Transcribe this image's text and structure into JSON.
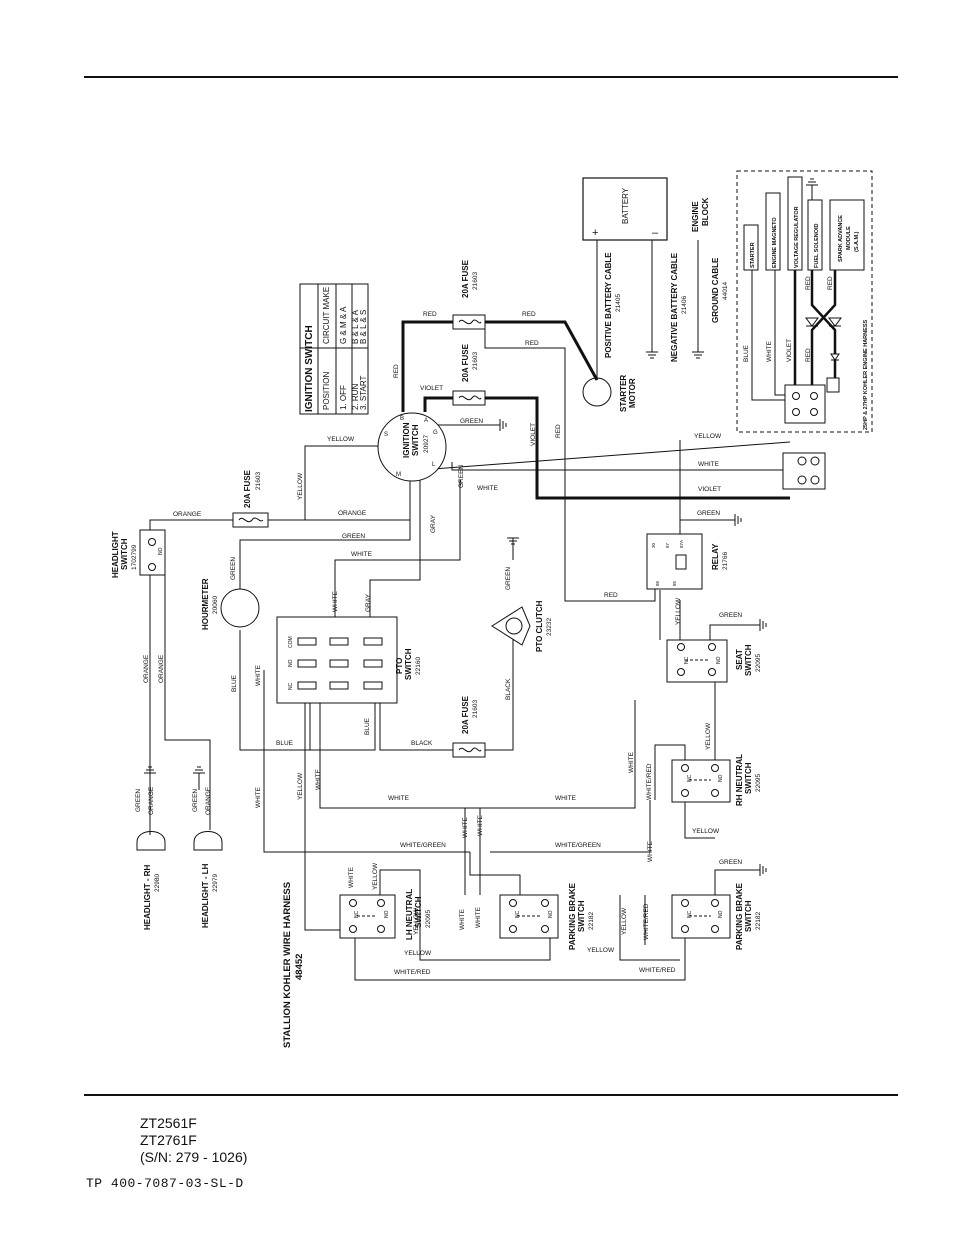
{
  "document": {
    "models": [
      "ZT2561F",
      "ZT2761F",
      "(S/N: 279 - 1026)"
    ],
    "doc_number": "TP 400-7087-03-SL-D"
  },
  "diagram": {
    "harness_name": "STALLION KOHLER WIRE HARNESS",
    "harness_number": "48452",
    "engine_harness_label": "25HP & 27HP KOHLER ENGINE HARNESS",
    "ignition_table": {
      "title": "IGNITION SWITCH",
      "headers": [
        "POSITION",
        "CIRCUIT MAKE"
      ],
      "rows": [
        [
          "1. OFF",
          "G & M & A"
        ],
        [
          "2. RUN",
          "B & L & A"
        ],
        [
          "3. START",
          "B & L & S"
        ]
      ]
    },
    "components": {
      "battery": {
        "label": "BATTERY",
        "plus": "+",
        "minus": "–"
      },
      "engine_block": {
        "line1": "ENGINE",
        "line2": "BLOCK"
      },
      "positive_cable": {
        "label": "POSITIVE BATTERY CABLE",
        "part": "21405"
      },
      "negative_cable": {
        "label": "NEGATIVE BATTERY CABLE",
        "part": "21406"
      },
      "ground_cable": {
        "label": "GROUND CABLE",
        "part": "44014"
      },
      "starter_motor": {
        "line1": "STARTER",
        "line2": "MOTOR"
      },
      "fuse_top": {
        "label": "20A FUSE",
        "part": "21603"
      },
      "fuse_mid": {
        "label": "20A FUSE",
        "part": "21603"
      },
      "fuse_left": {
        "label": "20A FUSE",
        "part": "21603"
      },
      "fuse_bottom": {
        "label": "20A FUSE",
        "part": "21603"
      },
      "ignition_switch": {
        "line1": "IGNITION",
        "line2": "SWITCH",
        "part": "20927",
        "terminals": {
          "b": "B",
          "a": "A",
          "s": "S",
          "g": "G",
          "m": "M",
          "l": "L"
        }
      },
      "headlight_switch": {
        "line1": "HEADLIGHT",
        "line2": "SWITCH",
        "part": "1702799",
        "no": "NO"
      },
      "hourmeter": {
        "label": "HOURMETER",
        "part": "20060"
      },
      "pto_switch": {
        "line1": "PTO",
        "line2": "SWITCH",
        "part": "22160",
        "rows": [
          "COM",
          "NO",
          "NC"
        ]
      },
      "pto_clutch": {
        "label": "PTO CLUTCH",
        "part": "23232"
      },
      "relay": {
        "label": "RELAY",
        "part": "21766",
        "pins": [
          "30",
          "87",
          "87A",
          "86",
          "85"
        ]
      },
      "seat_switch": {
        "line1": "SEAT",
        "line2": "SWITCH",
        "part": "22095",
        "nc": "NC",
        "no": "NO"
      },
      "rh_neutral_switch": {
        "line1": "RH NEUTRAL",
        "line2": "SWITCH",
        "part": "22095",
        "nc": "NC",
        "no": "NO"
      },
      "parking_brake_switch_right": {
        "line1": "PARKING BRAKE",
        "line2": "SWITCH",
        "part": "22182",
        "nc": "NC",
        "no": "NO"
      },
      "parking_brake_switch_mid": {
        "line1": "PARKING BRAKE",
        "line2": "SWITCH",
        "part": "22182",
        "nc": "NC",
        "no": "NO"
      },
      "lh_neutral_switch": {
        "line1": "LH NEUTRAL",
        "line2": "SWITCH",
        "part": "22095",
        "nc": "NC",
        "no": "NO"
      },
      "headlight_rh": {
        "label": "HEADLIGHT - RH",
        "part": "22980"
      },
      "headlight_lh": {
        "label": "HEADLIGHT - LH",
        "part": "22979"
      },
      "engine_modules": [
        "STARTER",
        "ENGINE MAGNETO",
        "VOLTAGE REGULATOR",
        "FUEL SOLENOID"
      ],
      "spark_advance": {
        "line1": "SPARK ADVANCE",
        "line2": "MODULE",
        "line3": "(S.A.M.)"
      }
    },
    "wires": {
      "red": "RED",
      "violet": "VIOLET",
      "green": "GREEN",
      "yellow": "YELLOW",
      "white": "WHITE",
      "orange": "ORANGE",
      "gray": "GRAY",
      "blue": "BLUE",
      "black": "BLACK",
      "white_green": "WHITE/GREEN",
      "white_red": "WHITE/RED"
    }
  }
}
